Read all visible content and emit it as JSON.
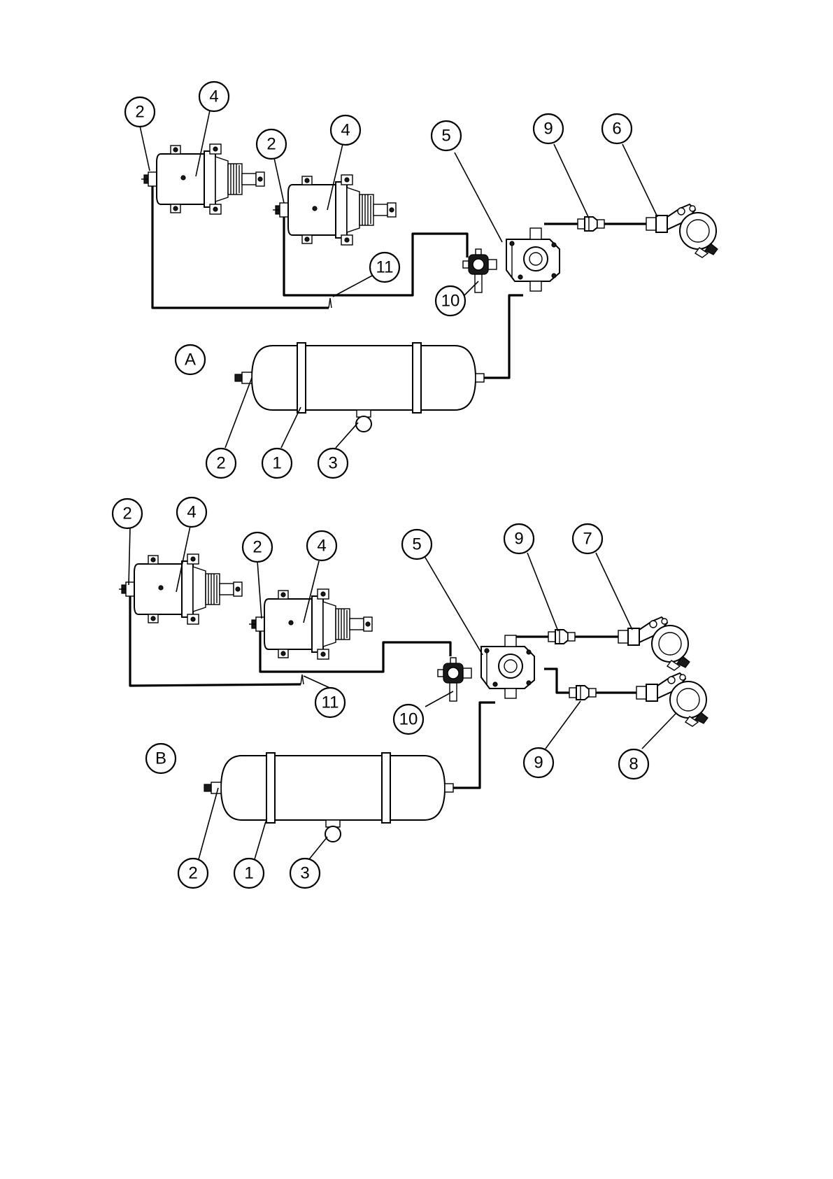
{
  "colors": {
    "ink": "#000000",
    "paper": "#ffffff"
  },
  "diagram_a": {
    "label": "A",
    "callouts": [
      "2",
      "4",
      "2",
      "4",
      "5",
      "9",
      "6",
      "11",
      "10",
      "2",
      "1",
      "3"
    ]
  },
  "diagram_b": {
    "label": "B",
    "callouts": [
      "2",
      "4",
      "2",
      "4",
      "5",
      "9",
      "7",
      "11",
      "10",
      "9",
      "8",
      "2",
      "1",
      "3"
    ]
  }
}
